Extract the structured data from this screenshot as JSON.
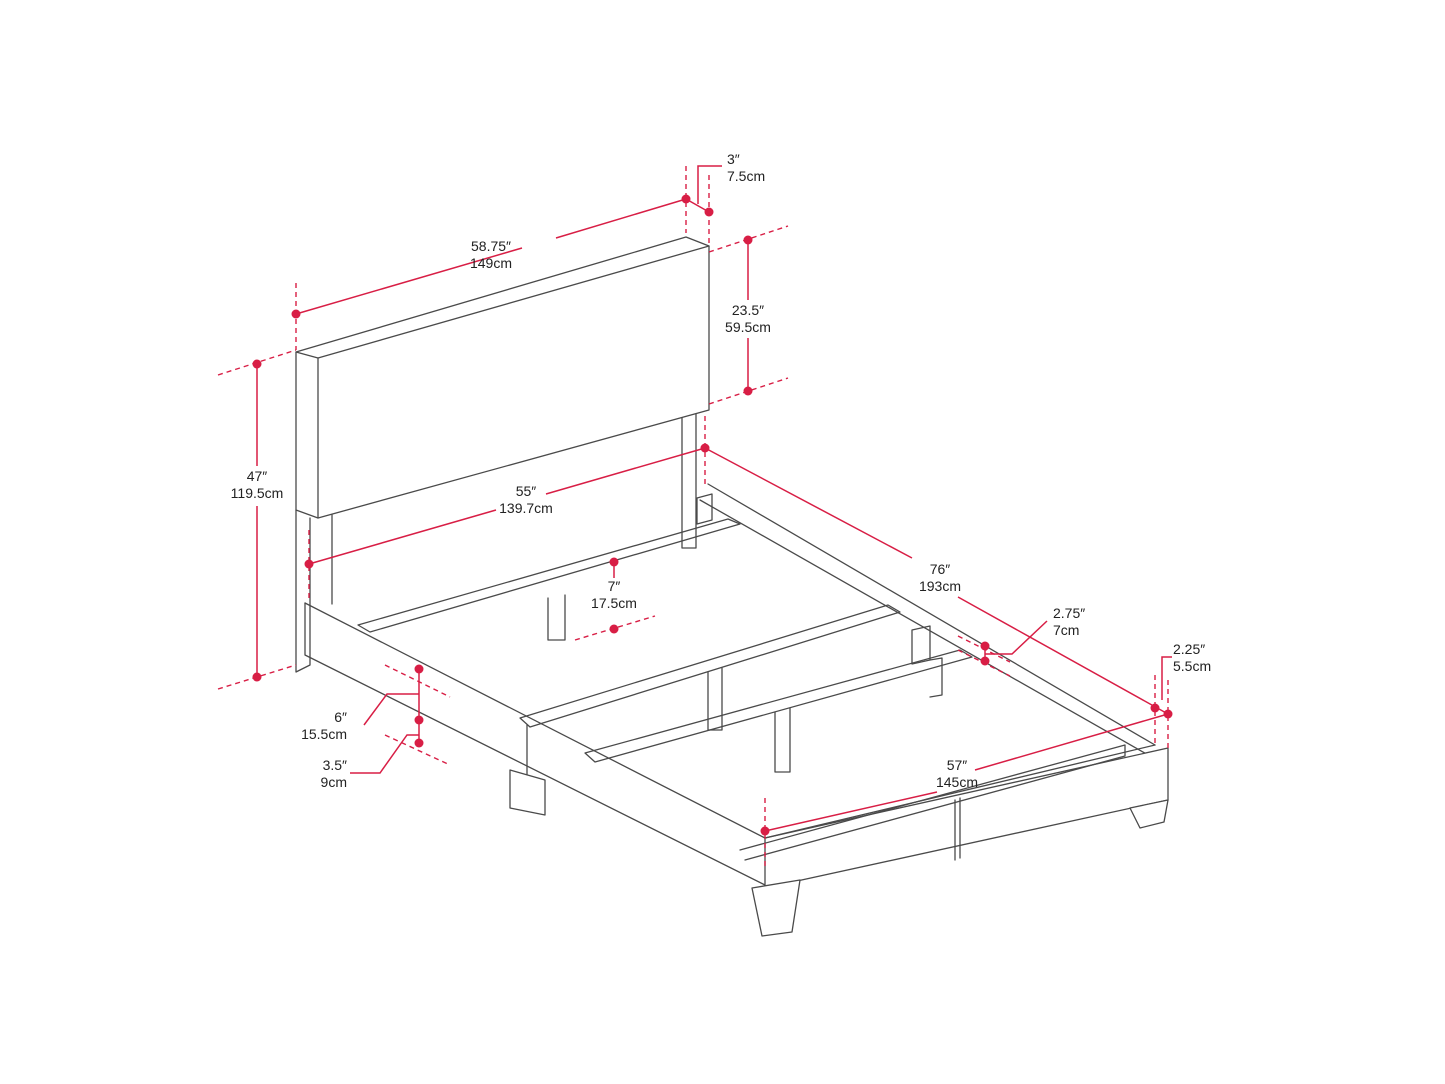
{
  "diagram": {
    "accent_color": "#d81e45",
    "line_color": "#4a4a4a",
    "dimensions": {
      "headboard_width": {
        "in": "58.75″",
        "cm": "149cm"
      },
      "headboard_depth": {
        "in": "3″",
        "cm": "7.5cm"
      },
      "headboard_panel": {
        "in": "23.5″",
        "cm": "59.5cm"
      },
      "total_height": {
        "in": "47″",
        "cm": "119.5cm"
      },
      "inner_width": {
        "in": "55″",
        "cm": "139.7cm"
      },
      "total_length": {
        "in": "76″",
        "cm": "193cm"
      },
      "slat_clearance": {
        "in": "7″",
        "cm": "17.5cm"
      },
      "rail_inset": {
        "in": "2.75″",
        "cm": "7cm"
      },
      "frame_thickness": {
        "in": "2.25″",
        "cm": "5.5cm"
      },
      "footboard_width": {
        "in": "57″",
        "cm": "145cm"
      },
      "rail_height": {
        "in": "6″",
        "cm": "15.5cm"
      },
      "leg_height": {
        "in": "3.5″",
        "cm": "9cm"
      }
    }
  }
}
